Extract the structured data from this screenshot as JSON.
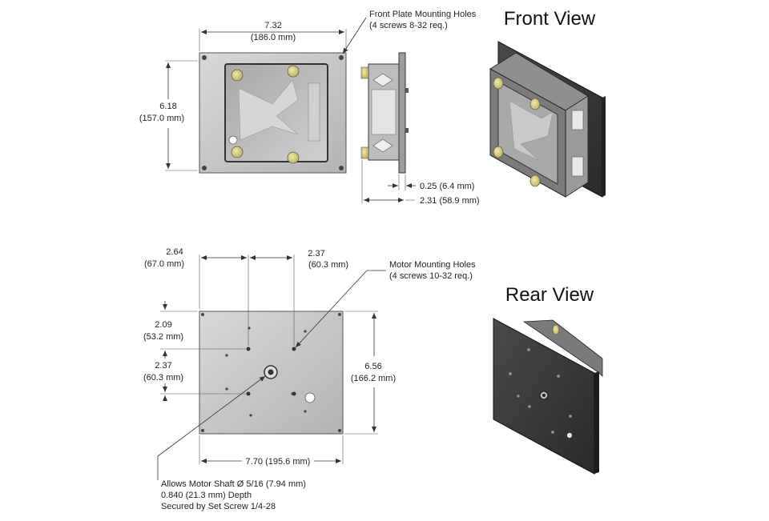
{
  "titles": {
    "front": "Front View",
    "rear": "Rear View"
  },
  "front_drawing": {
    "width_in": "7.32",
    "width_mm": "(186.0 mm)",
    "height_in": "6.18",
    "height_mm": "(157.0 mm)",
    "holes_note_line1": "Front Plate Mounting Holes",
    "holes_note_line2": "(4 screws 8-32 req.)",
    "plate_thickness": "0.25 (6.4 mm)",
    "overall_depth": "2.31 (58.9 mm)"
  },
  "rear_drawing": {
    "offset_x1_in": "2.64",
    "offset_x1_mm": "(67.0 mm)",
    "offset_x2_in": "2.37",
    "offset_x2_mm": "(60.3 mm)",
    "motor_note_line1": "Motor Mounting Holes",
    "motor_note_line2": "(4 screws 10-32 req.)",
    "offset_y1_in": "2.09",
    "offset_y1_mm": "(53.2 mm)",
    "offset_y2_in": "2.37",
    "offset_y2_mm": "(60.3 mm)",
    "height_in": "6.56",
    "height_mm": "(166.2 mm)",
    "width": "7.70 (195.6 mm)",
    "shaft_note_line1": "Allows Motor Shaft Ø 5/16 (7.94 mm)",
    "shaft_note_line2": "0.840 (21.3 mm) Depth",
    "shaft_note_line3": "Secured by Set Screw 1/4-28"
  },
  "colors": {
    "plate": "#c9c9c9",
    "dark_plate": "#3a3a3a",
    "brass": "#d8cf7a",
    "line": "#333333"
  }
}
